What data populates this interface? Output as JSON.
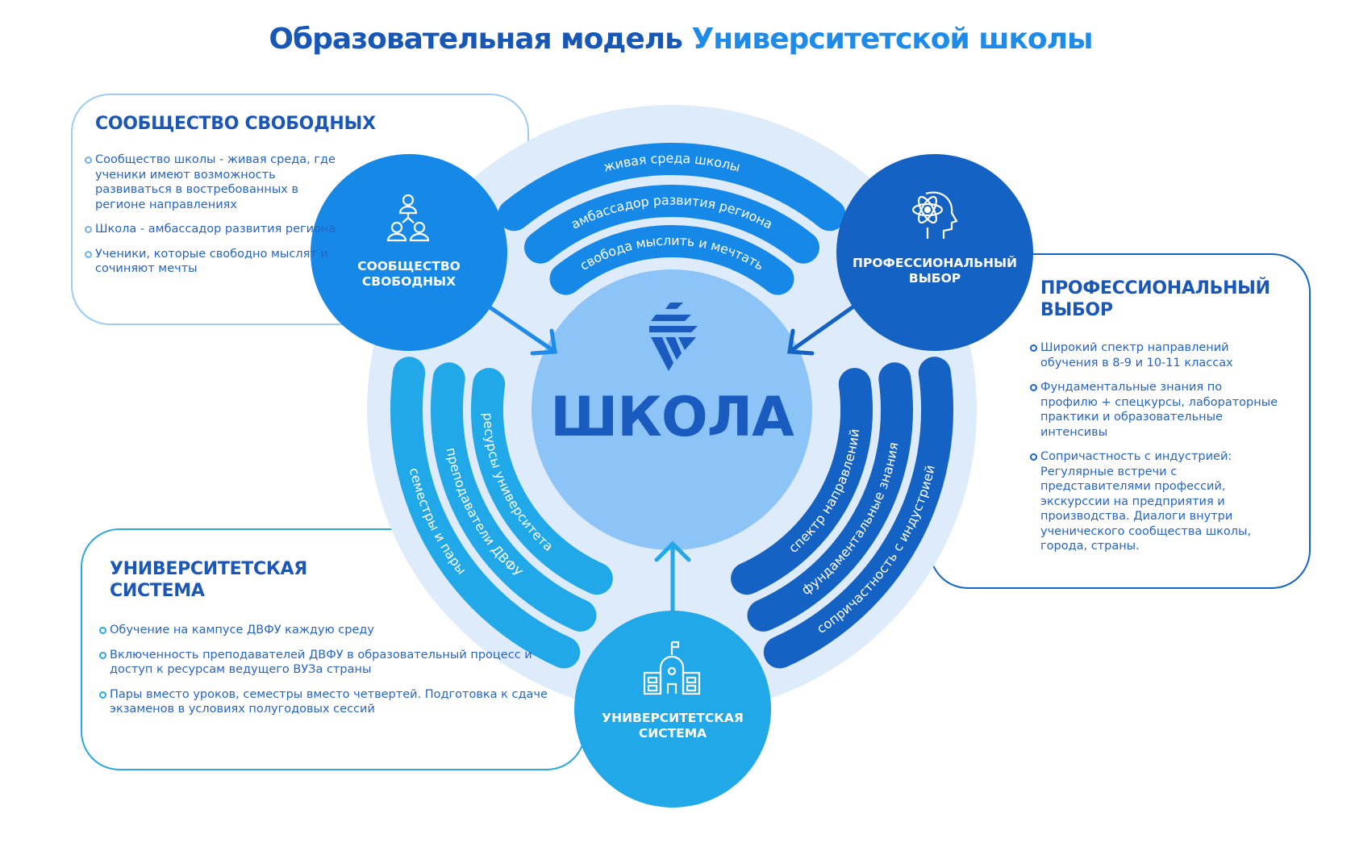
{
  "title": {
    "part1": "Образовательная модель ",
    "part2": "Университетской школы"
  },
  "center": {
    "label": "ШКОЛА"
  },
  "community": {
    "heading": "СООБЩЕСТВО СВОБОДНЫХ",
    "circle_label_line1": "СООБЩЕСТВО",
    "circle_label_line2": "СВОБОДНЫХ",
    "bullets": [
      "Сообщество школы - живая среда, где ученики имеют возможность развиваться в востребованных в регионе направлениях",
      "Школа - амбассадор развития региона",
      "Ученики, которые свободно мыслят и сочиняют мечты"
    ],
    "bands": [
      "живая среда школы",
      "амбассадор развития региона",
      "свобода мыслить и мечтать"
    ],
    "color": "#1689E8"
  },
  "professional": {
    "heading_line1": "ПРОФЕССИОНАЛЬНЫЙ",
    "heading_line2": "ВЫБОР",
    "circle_label_line1": "ПРОФЕССИОНАЛЬНЫЙ",
    "circle_label_line2": "ВЫБОР",
    "bullets": [
      "Широкий спектр направлений обучения в 8-9 и 10-11 классах",
      "Фундаментальные знания по профилю + спецкурсы, лабораторные практики и образовательные интенсивы",
      "Сопричастность с индустрией: Регулярные встречи с представителями профессий, экскурссии на предприятия и производства. Диалоги внутри ученического сообщества школы, города, страны."
    ],
    "bands": [
      "спектр направлений",
      "фундаментальные знания",
      "сопричастность с индустрией"
    ],
    "color": "#1462C4"
  },
  "university": {
    "heading_line1": "УНИВЕРСИТЕТСКАЯ",
    "heading_line2": "СИСТЕМА",
    "circle_label_line1": "УНИВЕРСИТЕТСКАЯ",
    "circle_label_line2": "СИСТЕМА",
    "bullets": [
      "Обучение на кампусе ДВФУ каждую среду",
      "Включенность преподавателей ДВФУ в образовательный процесс и доступ к ресурсам ведущего ВУЗа страны",
      "Пары вместо уроков, семестры вместо четвертей. Подготовка к сдаче экзаменов в условиях полугодовых сессий"
    ],
    "bands": [
      "ресурсы университета",
      "преподаватели ДВФУ",
      "семестры и пары"
    ],
    "color": "#20A8E8"
  }
}
